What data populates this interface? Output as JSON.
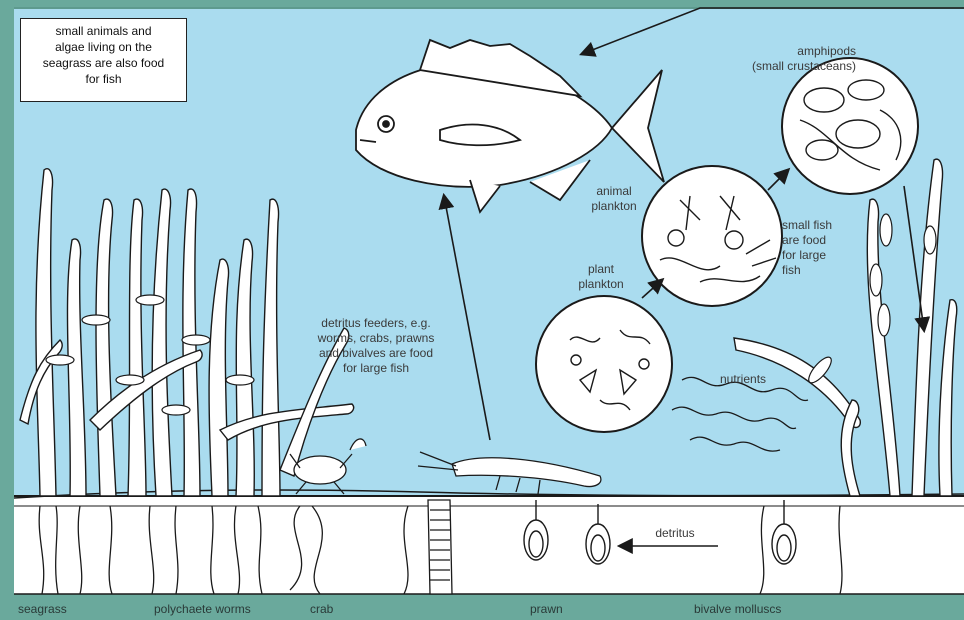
{
  "note_box": "small animals and\nalgae living on the\nseagrass are also food\nfor fish",
  "labels": {
    "amphipods": "amphipods\n(small crustaceans)",
    "animal_plankton": "animal\nplankton",
    "plant_plankton": "plant\nplankton",
    "small_fish": "small fish\nare food\nfor large\nfish",
    "detritus_feeders": "detritus feeders, e.g.\nworms, crabs, prawns\nand bivalves are food\nfor large fish",
    "nutrients": "nutrients",
    "detritus": "detritus"
  },
  "bottom_labels": {
    "seagrass": "seagrass",
    "polychaete": "polychaete worms",
    "crab": "crab",
    "prawn": "prawn",
    "bivalve": "bivalve molluscs"
  },
  "colors": {
    "water": "#aadcef",
    "frame": "#6aa99c",
    "ink": "#1a1a1a",
    "sediment": "#ffffff"
  }
}
